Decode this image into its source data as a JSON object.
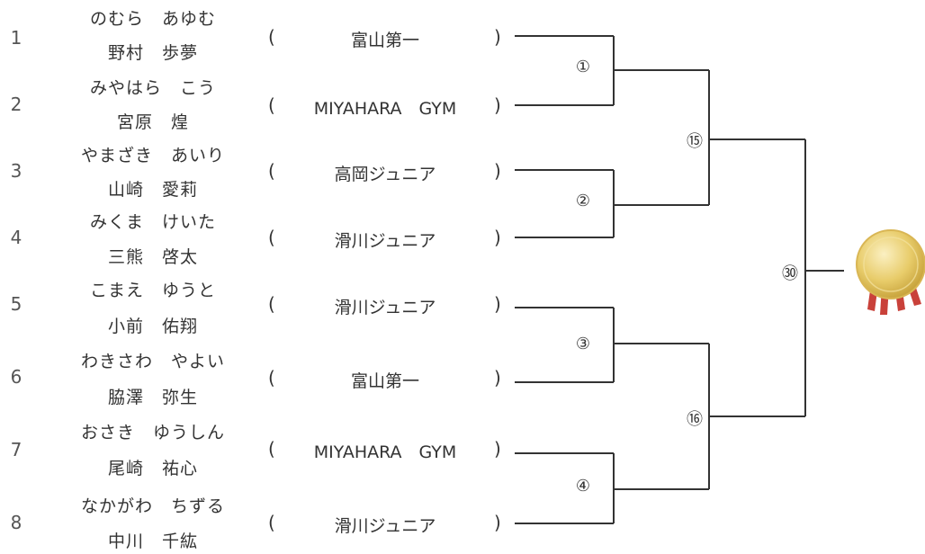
{
  "entries": [
    {
      "seed": "1",
      "kana": "のむら　あゆむ",
      "kanji": "野村　歩夢",
      "club": "富山第一"
    },
    {
      "seed": "2",
      "kana": "みやはら　こう",
      "kanji": "宮原　煌",
      "club": "MIYAHARA　GYM"
    },
    {
      "seed": "3",
      "kana": "やまざき　あいり",
      "kanji": "山崎　愛莉",
      "club": "高岡ジュニア"
    },
    {
      "seed": "4",
      "kana": "みくま　けいた",
      "kanji": "三熊　啓太",
      "club": "滑川ジュニア"
    },
    {
      "seed": "5",
      "kana": "こまえ　ゆうと",
      "kanji": "小前　佑翔",
      "club": "滑川ジュニア"
    },
    {
      "seed": "6",
      "kana": "わきさわ　やよい",
      "kanji": "脇澤　弥生",
      "club": "富山第一"
    },
    {
      "seed": "7",
      "kana": "おさき　ゆうしん",
      "kanji": "尾崎　祐心",
      "club": "MIYAHARA　GYM"
    },
    {
      "seed": "8",
      "kana": "なかがわ　ちずる",
      "kanji": "中川　千紘",
      "club": "滑川ジュニア"
    }
  ],
  "paren_open": "(",
  "paren_close": ")",
  "matches": {
    "m1": "①",
    "m2": "②",
    "m3": "③",
    "m4": "④",
    "m15": "⑮",
    "m16": "⑯",
    "m30": "㉚"
  },
  "colors": {
    "line": "#333333",
    "medal_gold": "#e8cc6a",
    "ribbon_red": "#c9413a"
  }
}
